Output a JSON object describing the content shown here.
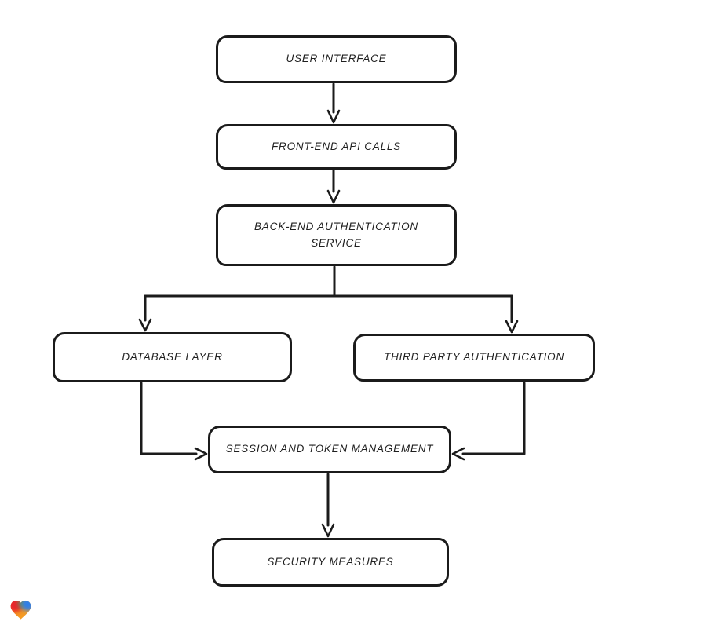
{
  "diagram": {
    "background_color": "#ffffff",
    "node_fill_color": "#ffffff",
    "stroke_color": "#1b1b1b",
    "text_color": "#1f1f1f",
    "nodes": [
      {
        "id": "user-interface",
        "label": "USER INTERFACE"
      },
      {
        "id": "front-end-api-calls",
        "label": "FRONT-END API CALLS"
      },
      {
        "id": "back-end-authentication-service",
        "label": "BACK-END AUTHENTICATION SERVICE"
      },
      {
        "id": "database-layer",
        "label": "DATABASE LAYER"
      },
      {
        "id": "third-party-authentication",
        "label": "THIRD PARTY AUTHENTICATION"
      },
      {
        "id": "session-and-token-management",
        "label": "SESSION AND TOKEN MANAGEMENT"
      },
      {
        "id": "security-measures",
        "label": "SECURITY MEASURES"
      }
    ],
    "edges": [
      {
        "from": "user-interface",
        "to": "front-end-api-calls"
      },
      {
        "from": "front-end-api-calls",
        "to": "back-end-authentication-service"
      },
      {
        "from": "back-end-authentication-service",
        "to": "database-layer"
      },
      {
        "from": "back-end-authentication-service",
        "to": "third-party-authentication"
      },
      {
        "from": "database-layer",
        "to": "session-and-token-management"
      },
      {
        "from": "third-party-authentication",
        "to": "session-and-token-management"
      },
      {
        "from": "session-and-token-management",
        "to": "security-measures"
      }
    ]
  },
  "branding": {
    "logo": "eraser-heart-logo",
    "logo_colors": {
      "red": "#e8262c",
      "orange": "#f59b23",
      "green": "#43a857",
      "blue": "#2e7fe8"
    }
  }
}
